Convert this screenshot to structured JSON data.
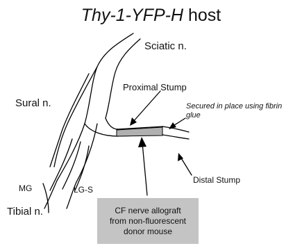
{
  "title": {
    "italic_part": "Thy-1-YFP-H",
    "plain_part": " host"
  },
  "labels": {
    "sciatic": "Sciatic n.",
    "sural": "Sural n.",
    "proximal_stump": "Proximal Stump",
    "secured": "Secured in place using fibrin glue",
    "distal_stump": "Distal Stump",
    "mg": "MG",
    "lgs": "LG-S",
    "tibial": "Tibial n."
  },
  "graft_box": {
    "line1": "CF nerve allograft",
    "line2": "from non-fluorescent",
    "line3": "donor mouse"
  },
  "colors": {
    "graft_fill": "#b0b0b0",
    "box_fill": "#c4c4c4",
    "stroke": "#000000"
  }
}
